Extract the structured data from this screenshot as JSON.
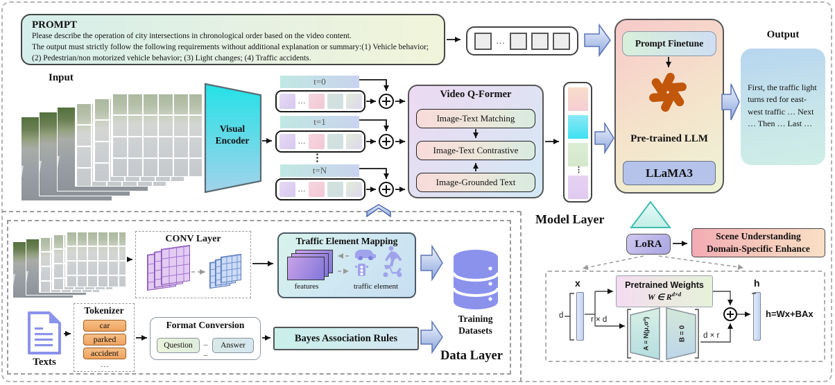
{
  "prompt": {
    "title": "PROMPT",
    "line1": "Please describe the operation of city intersections in chronological order based on the video content.",
    "line2": "The output must strictly follow the following requirements without additional explanation or summary:(1) Vehicle behavior; (2) Pedestrian/non motorized vehicle behavior; (3) Light changes; (4) Traffic accidents."
  },
  "input_label": "Input",
  "visual_encoder": "Visual Encoder",
  "frames": {
    "t0": "t=0",
    "t1": "t=1",
    "tn": "t=N",
    "ellipsis": "…",
    "vdots": "⋮"
  },
  "qformer": {
    "title": "Video Q-Former",
    "box1": "Image-Text Matching",
    "box2": "Image-Text Contrastive",
    "box3": "Image-Grounded Text"
  },
  "llm": {
    "finetune": "Prompt Finetune",
    "name": "Pre-trained LLM",
    "model": "LLaMA3"
  },
  "output": {
    "label": "Output",
    "text": "First, the traffic light turns red for east-west traffic … Next … Then … Last …"
  },
  "model_layer": {
    "label": "Model Layer",
    "lora": "LoRA",
    "scene1": "Scene Understanding",
    "scene2": "Domain-Specific Enhance"
  },
  "lora_detail": {
    "x": "x",
    "h": "h",
    "d": "d",
    "rxd": "r × d",
    "dxr": "d × r",
    "pw_title": "Pretrained Weights",
    "pw_w": "W ∈ R",
    "pw_sup": "d×d",
    "a": "A = N(μ,σ²)",
    "b": "B = 0",
    "formula": "h=Wx+BAx"
  },
  "data_layer": {
    "label": "Data Layer",
    "conv": "CONV Layer",
    "mapping_title": "Traffic Element Mapping",
    "features": "features",
    "traffic_element": "traffic element",
    "training1": "Training",
    "training2": "Datasets",
    "texts": "Texts",
    "tokenizer": {
      "title": "Tokenizer",
      "t1": "car",
      "t2": "parked",
      "t3": "accident",
      "more": "…"
    },
    "format": {
      "title": "Format Conversion",
      "q": "Question",
      "a": "Answer"
    },
    "bayes": "Bayes Association Rules"
  },
  "colors": {
    "accent_orange_logo": "#c2560a",
    "purple_icon": "#8b92ec",
    "arrow_blue": "#8fa8de",
    "llama_blue": "#b5c3ea"
  }
}
